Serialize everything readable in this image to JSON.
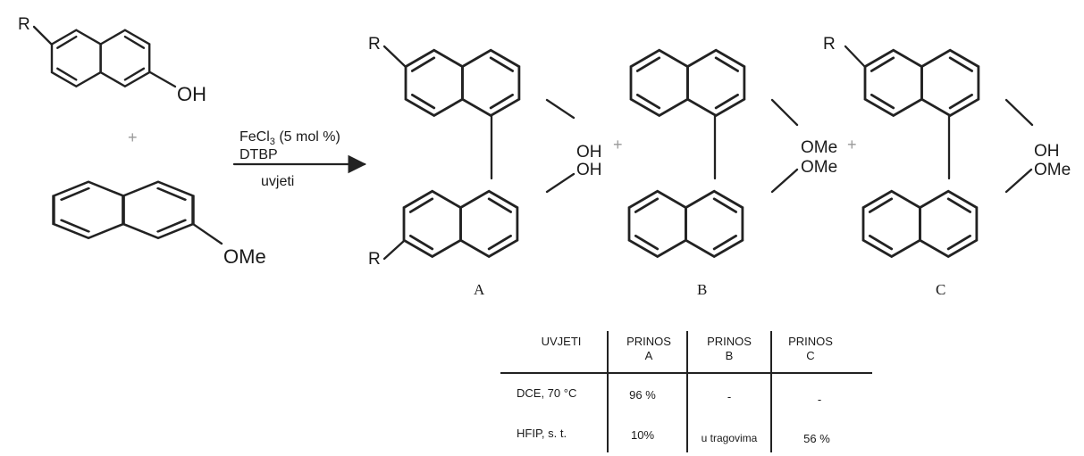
{
  "substituent": "R",
  "group_oh": "OH",
  "group_ome": "OMe",
  "plus_sign": "+",
  "conditions": {
    "catalyst_prefix": "FeCl",
    "catalyst_sub": "3",
    "catalyst_suffix": " (5 mol %)",
    "oxidant": "DTBP",
    "solvent_note": "uvjeti"
  },
  "products": [
    "A",
    "B",
    "C"
  ],
  "table": {
    "headers": [
      {
        "line1": "UVJETI",
        "line2": ""
      },
      {
        "line1": "PRINOS",
        "line2": "A"
      },
      {
        "line1": "PRINOS",
        "line2": "B"
      },
      {
        "line1": "PRINOS",
        "line2": "C"
      }
    ],
    "rows": [
      {
        "conditions": "DCE, 70 °C",
        "yield_a": "96 %",
        "yield_b": "-",
        "yield_c": "-"
      },
      {
        "conditions": "HFIP, s. t.",
        "yield_a": "10%",
        "yield_b": "u tragovima",
        "yield_c": "56 %"
      }
    ]
  }
}
